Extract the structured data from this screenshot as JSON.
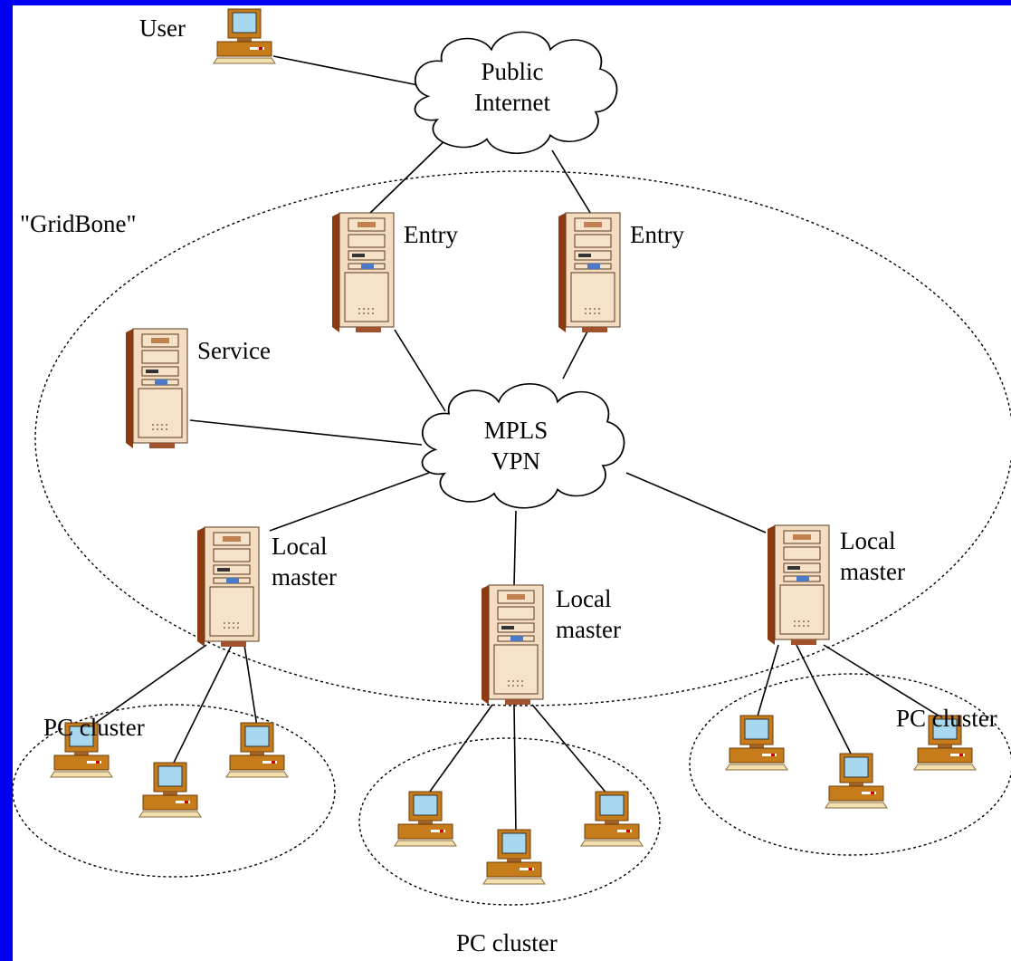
{
  "frame": {
    "border_color": "#0000f0",
    "background": "#ffffff"
  },
  "labels": {
    "user": "User",
    "internet_line1": "Public",
    "internet_line2": "Internet",
    "gridbone": "\"GridBone\"",
    "entry_left": "Entry",
    "entry_right": "Entry",
    "service": "Service",
    "mpls_line1": "MPLS",
    "mpls_line2": "VPN",
    "master_left_line1": "Local",
    "master_left_line2": "master",
    "master_mid_line1": "Local",
    "master_mid_line2": "master",
    "master_right_line1": "Local",
    "master_right_line2": "master",
    "cluster_left": "PC cluster",
    "cluster_mid": "PC cluster",
    "cluster_right": "PC cluster"
  },
  "colors": {
    "tower": "#f3dcc0",
    "tower_base": "#a0522d",
    "screen": "#a8d8f0",
    "pc_case": "#c67c1a",
    "line": "#000000"
  },
  "icons": [
    "desktop-pc-icon",
    "server-tower-icon",
    "cloud-icon"
  ]
}
